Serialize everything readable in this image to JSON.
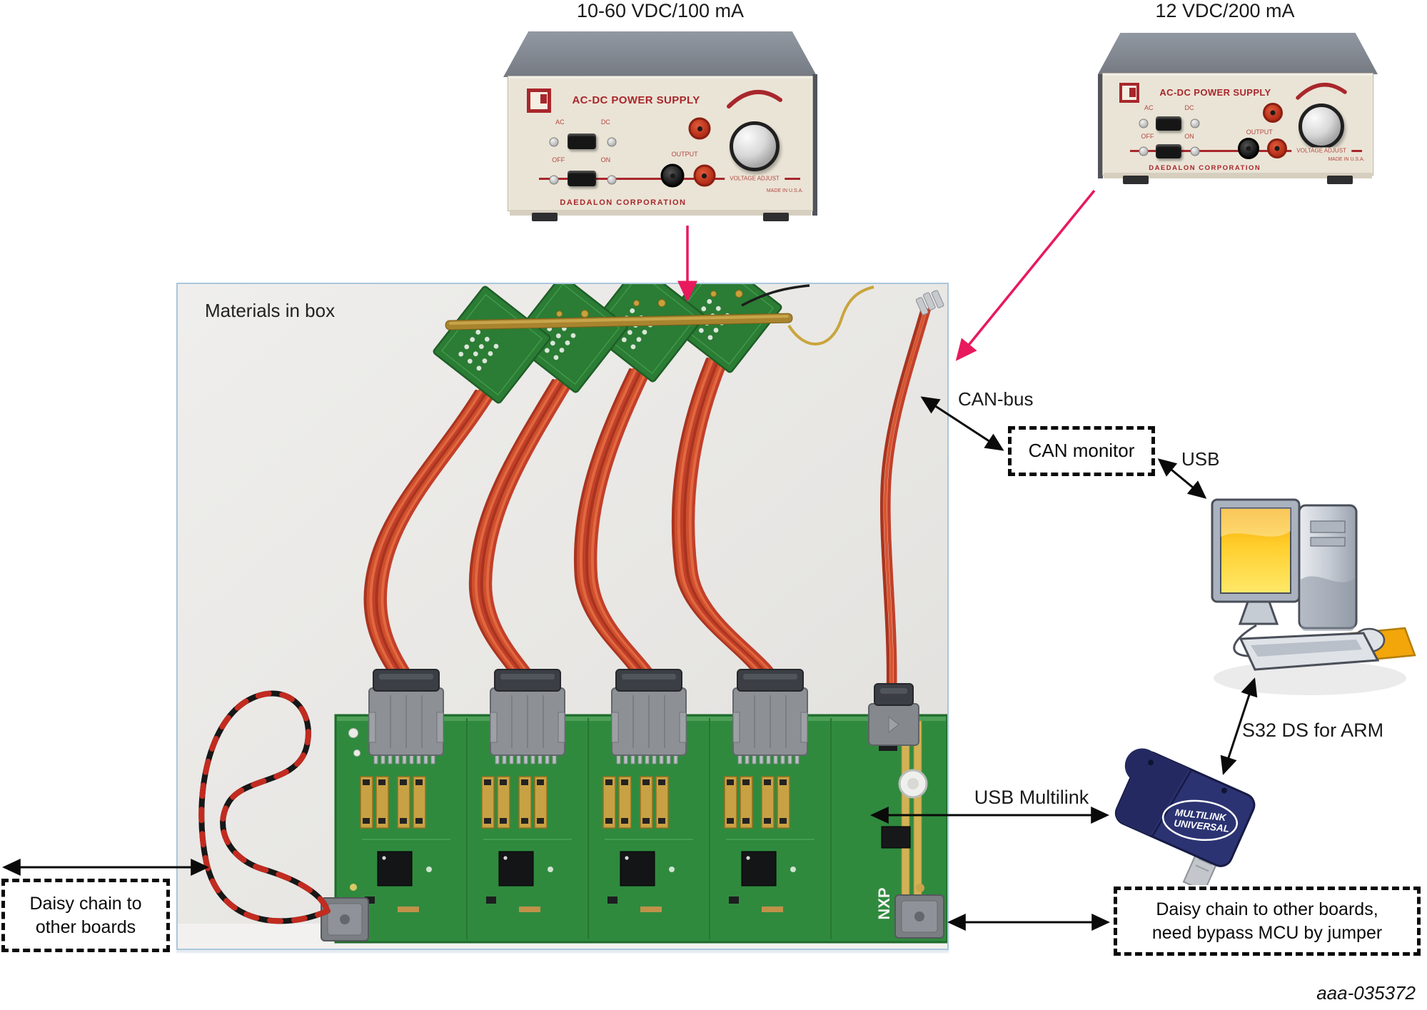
{
  "figure_id": "aaa-035372",
  "supplies": {
    "common": {
      "panel_title": "AC-DC POWER SUPPLY",
      "ac": "AC",
      "dc": "DC",
      "off": "OFF",
      "on": "ON",
      "output": "OUTPUT",
      "voltage_adjust": "VOLTAGE ADJUST",
      "brand": "DAEDALON CORPORATION",
      "made_in": "MADE IN U.S.A."
    },
    "units": [
      {
        "caption": "10-60 VDC/100 mA"
      },
      {
        "caption": "12 VDC/200 mA"
      }
    ]
  },
  "photo": {
    "label": "Materials in box",
    "pcb_logo": "NXP"
  },
  "annotations": {
    "can_bus": "CAN-bus",
    "can_monitor": "CAN monitor",
    "usb": "USB",
    "s32_ds": "S32 DS for ARM",
    "usb_multilink": "USB Multilink",
    "daisy_left_line1": "Daisy chain to",
    "daisy_left_line2": "other boards",
    "daisy_right_line1": "Daisy chain to other boards,",
    "daisy_right_line2": "need bypass MCU by jumper"
  },
  "devices": {
    "multilink_logo_line1": "MULTILINK",
    "multilink_logo_line2": "UNIVERSAL"
  },
  "colors": {
    "arrow_pink": "#e8195c",
    "arrow_black": "#0a0a0a",
    "pcb_green": "#2f8a3e",
    "cable_red": "#c6402a",
    "multilink_blue": "#2c3372",
    "screen_orange": "#f6a800",
    "panel_cream": "#eae4d6",
    "supply_red": "#a8272c"
  }
}
